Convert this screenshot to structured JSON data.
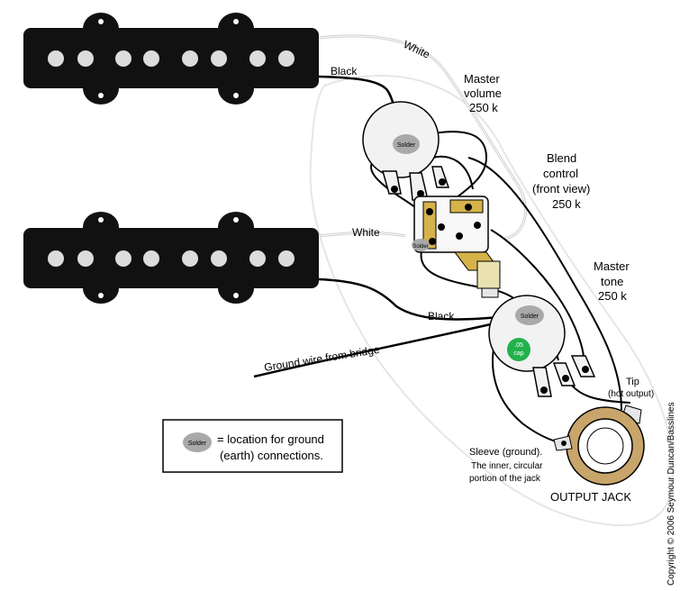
{
  "labels": {
    "wire_white_top": "White",
    "wire_black_top": "Black",
    "volume_line1": "Master",
    "volume_line2": "volume",
    "volume_line3": "250 k",
    "blend_line1": "Blend",
    "blend_line2": "control",
    "blend_line3": "(front view)",
    "blend_line4": "250  k",
    "wire_white_bottom": "White",
    "tone_line1": "Master",
    "tone_line2": "tone",
    "tone_line3": "250 k",
    "wire_black_bottom": "Black",
    "ground_wire": "Ground wire from bridge",
    "solder": "Solder",
    "cap_line1": ".05",
    "cap_line2": "cap",
    "tip_line1": "Tip",
    "tip_line2": "(hot output)",
    "sleeve_line1": "Sleeve (ground).",
    "sleeve_line2": "The inner, circular",
    "sleeve_line3": "portion of the jack",
    "output_jack": "OUTPUT JACK",
    "legend_solder": "Solder",
    "legend_line1": "= location for ground",
    "legend_line2": "(earth) connections.",
    "copyright": "Copyright © 2006 Seymour Duncan/Basslines"
  },
  "colors": {
    "pickup": "#111111",
    "pole": "#dcdcdc",
    "pot": "#f2f2f2",
    "solder": "#a9a9a9",
    "cap": "#22b14c",
    "jack_ring": "#c8a56a",
    "blend_body": "#d6b24a"
  }
}
